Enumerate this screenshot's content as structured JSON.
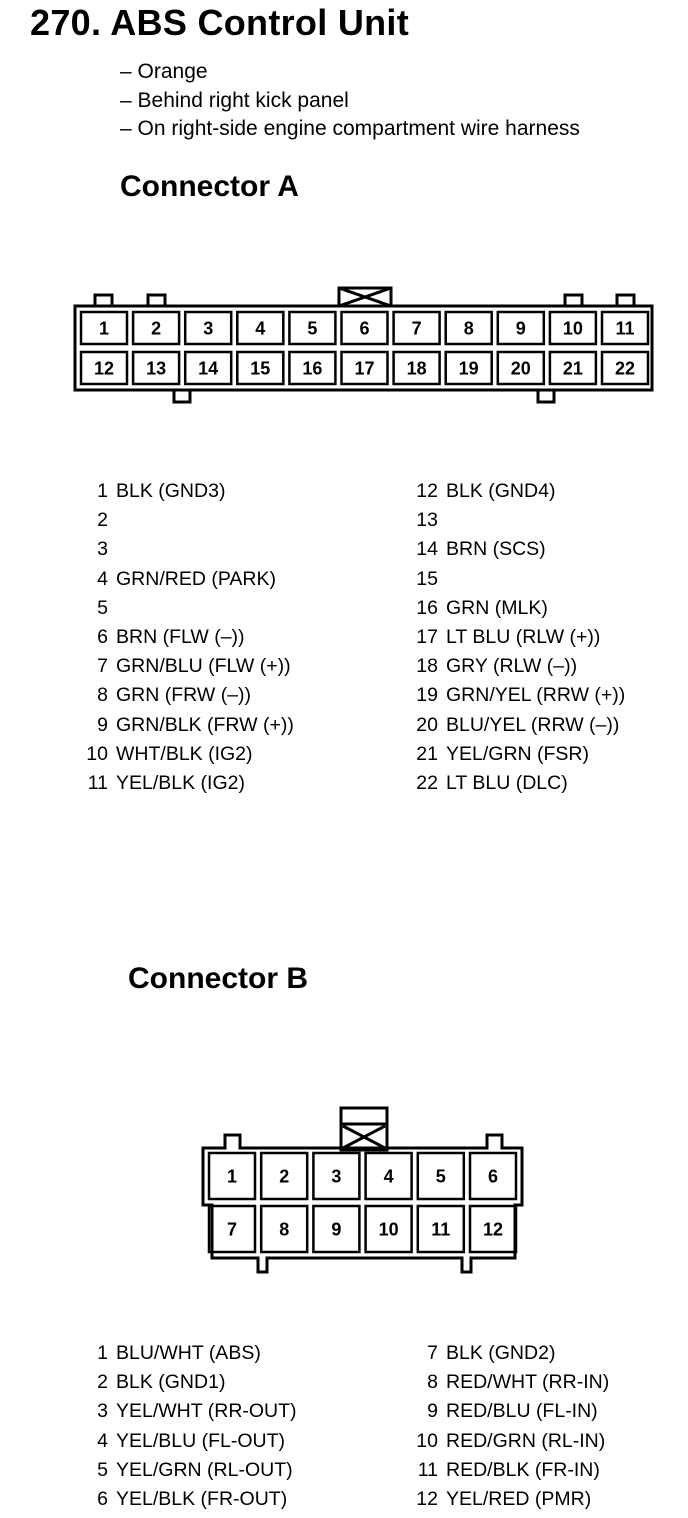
{
  "title": "270. ABS Control Unit",
  "notes": [
    "– Orange",
    "– Behind right kick panel",
    "– On right-side engine compartment wire harness"
  ],
  "connector_a": {
    "title": "Connector A",
    "row1": [
      "1",
      "2",
      "3",
      "4",
      "5",
      "6",
      "7",
      "8",
      "9",
      "10",
      "11"
    ],
    "row2": [
      "12",
      "13",
      "14",
      "15",
      "16",
      "17",
      "18",
      "19",
      "20",
      "21",
      "22"
    ],
    "pins_left": [
      {
        "num": "1",
        "desc": "BLK (GND3)"
      },
      {
        "num": "2",
        "desc": ""
      },
      {
        "num": "3",
        "desc": ""
      },
      {
        "num": "4",
        "desc": "GRN/RED (PARK)"
      },
      {
        "num": "5",
        "desc": ""
      },
      {
        "num": "6",
        "desc": "BRN (FLW (–))"
      },
      {
        "num": "7",
        "desc": "GRN/BLU (FLW (+))"
      },
      {
        "num": "8",
        "desc": "GRN (FRW (–))"
      },
      {
        "num": "9",
        "desc": "GRN/BLK (FRW (+))"
      },
      {
        "num": "10",
        "desc": "WHT/BLK (IG2)"
      },
      {
        "num": "11",
        "desc": "YEL/BLK (IG2)"
      }
    ],
    "pins_right": [
      {
        "num": "12",
        "desc": "BLK (GND4)"
      },
      {
        "num": "13",
        "desc": ""
      },
      {
        "num": "14",
        "desc": "BRN (SCS)"
      },
      {
        "num": "15",
        "desc": ""
      },
      {
        "num": "16",
        "desc": "GRN (MLK)"
      },
      {
        "num": "17",
        "desc": "LT BLU (RLW (+))"
      },
      {
        "num": "18",
        "desc": "GRY (RLW (–))"
      },
      {
        "num": "19",
        "desc": "GRN/YEL (RRW (+))"
      },
      {
        "num": "20",
        "desc": "BLU/YEL (RRW (–))"
      },
      {
        "num": "21",
        "desc": "YEL/GRN (FSR)"
      },
      {
        "num": "22",
        "desc": "LT BLU (DLC)"
      }
    ]
  },
  "connector_b": {
    "title": "Connector B",
    "row1": [
      "1",
      "2",
      "3",
      "4",
      "5",
      "6"
    ],
    "row2": [
      "7",
      "8",
      "9",
      "10",
      "11",
      "12"
    ],
    "pins_left": [
      {
        "num": "1",
        "desc": "BLU/WHT (ABS)"
      },
      {
        "num": "2",
        "desc": "BLK (GND1)"
      },
      {
        "num": "3",
        "desc": "YEL/WHT (RR-OUT)"
      },
      {
        "num": "4",
        "desc": "YEL/BLU (FL-OUT)"
      },
      {
        "num": "5",
        "desc": "YEL/GRN (RL-OUT)"
      },
      {
        "num": "6",
        "desc": "YEL/BLK (FR-OUT)"
      }
    ],
    "pins_right": [
      {
        "num": "7",
        "desc": "BLK (GND2)"
      },
      {
        "num": "8",
        "desc": "RED/WHT (RR-IN)"
      },
      {
        "num": "9",
        "desc": "RED/BLU (FL-IN)"
      },
      {
        "num": "10",
        "desc": "RED/GRN (RL-IN)"
      },
      {
        "num": "11",
        "desc": "RED/BLK (FR-IN)"
      },
      {
        "num": "12",
        "desc": "YEL/RED (PMR)"
      }
    ]
  }
}
